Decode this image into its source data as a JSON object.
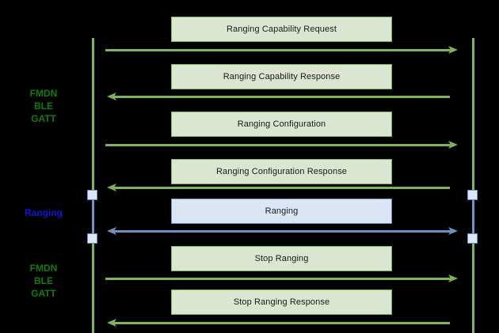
{
  "diagram": {
    "type": "sequence-diagram",
    "background_color": "#000000",
    "participants": [
      {
        "id": "left",
        "lifeline_color": "#7cb45c"
      },
      {
        "id": "right",
        "lifeline_color": "#7cb45c"
      }
    ],
    "side_labels": [
      {
        "id": "phase-1",
        "lines": [
          "FMDN",
          "BLE",
          "GATT"
        ],
        "color": "#127c12"
      },
      {
        "id": "phase-2",
        "lines": [
          "Ranging"
        ],
        "color": "#1414e0"
      },
      {
        "id": "phase-3",
        "lines": [
          "FMDN",
          "BLE",
          "GATT"
        ],
        "color": "#127c12"
      }
    ],
    "messages": [
      {
        "label": "Ranging Capability Request",
        "direction": "right",
        "style": "green"
      },
      {
        "label": "Ranging Capability Response",
        "direction": "left",
        "style": "green"
      },
      {
        "label": "Ranging Configuration",
        "direction": "right",
        "style": "green"
      },
      {
        "label": "Ranging Configuration Response",
        "direction": "left",
        "style": "green"
      },
      {
        "label": "Ranging",
        "direction": "both",
        "style": "blue"
      },
      {
        "label": "Stop Ranging",
        "direction": "right",
        "style": "green"
      },
      {
        "label": "Stop Ranging Response",
        "direction": "left",
        "style": "green"
      }
    ],
    "colors": {
      "green_fill": "#dbe6d0",
      "green_stroke": "#7cb45c",
      "blue_fill": "#dbe5f6",
      "blue_stroke": "#6d8fc0",
      "activation_fill": "#dbe6f7",
      "text": "#1b1b1b"
    }
  }
}
